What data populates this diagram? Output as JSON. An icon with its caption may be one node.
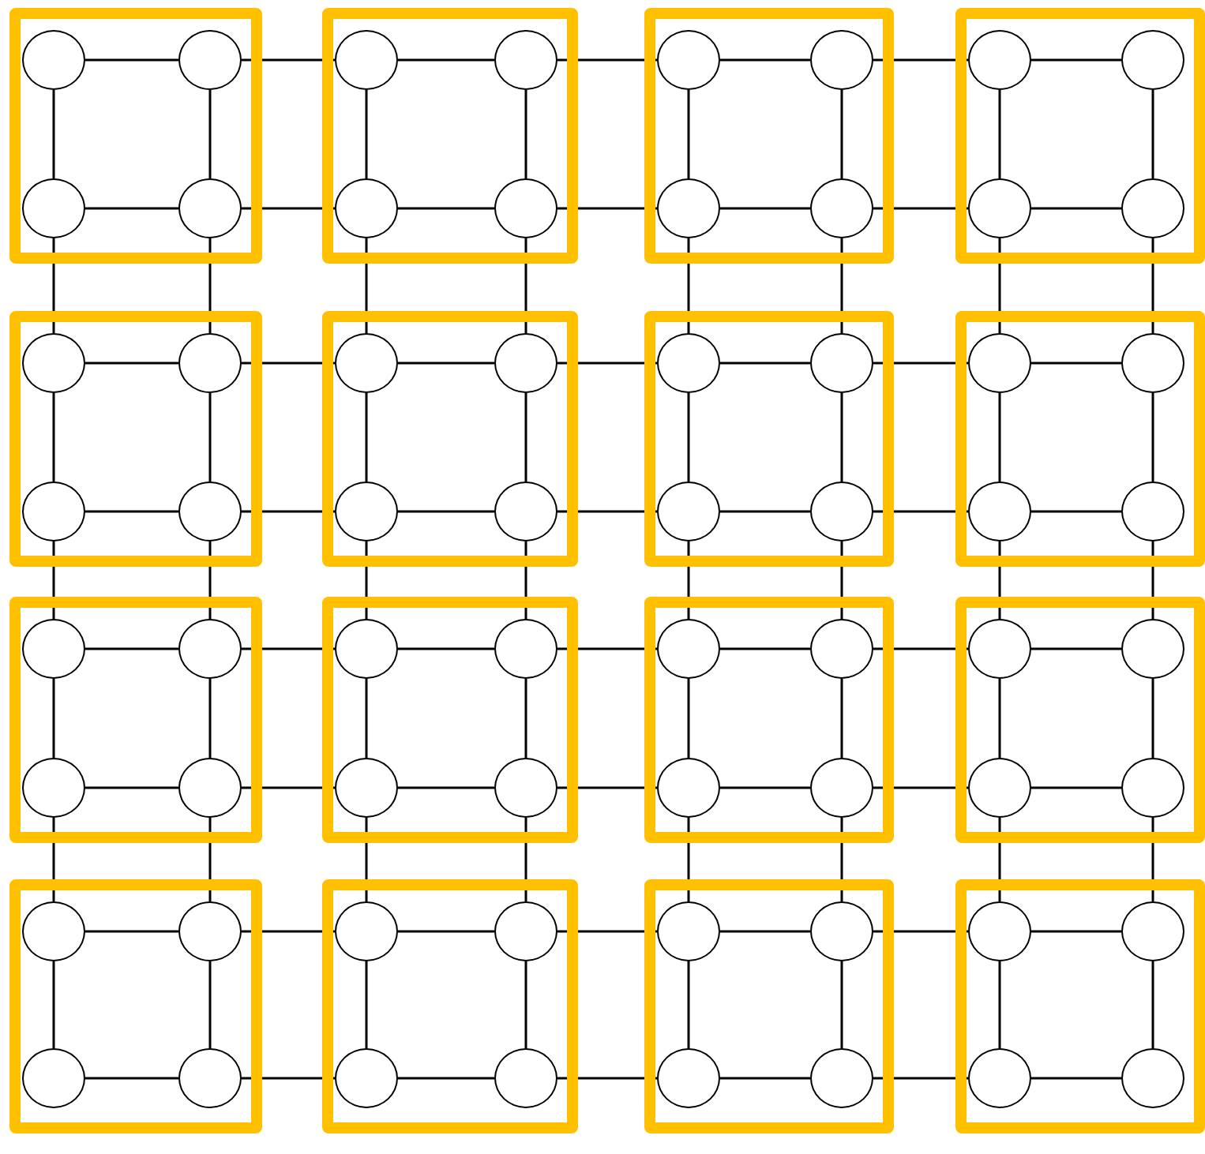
{
  "diagram": {
    "nodes": [
      {
        "text": [],
        "shape": "box"
      },
      {
        "text": [],
        "shape": "circle",
        "in": 0
      },
      {
        "text": [],
        "shape": "circle",
        "in": 0
      },
      {
        "text": [],
        "shape": "circle",
        "in": 0
      },
      {
        "text": [],
        "shape": "circle",
        "in": 0
      },
      {
        "text": [],
        "shape": "box"
      },
      {
        "text": [],
        "shape": "circle",
        "in": 5
      },
      {
        "text": [],
        "shape": "circle",
        "in": 5
      },
      {
        "text": [],
        "shape": "circle",
        "in": 5
      },
      {
        "text": [],
        "shape": "circle",
        "in": 5
      },
      {
        "text": [],
        "shape": "box"
      },
      {
        "text": [],
        "shape": "circle",
        "in": 10
      },
      {
        "text": [],
        "shape": "circle",
        "in": 10
      },
      {
        "text": [],
        "shape": "circle",
        "in": 10
      },
      {
        "text": [],
        "shape": "circle",
        "in": 10
      },
      {
        "text": [],
        "shape": "box"
      },
      {
        "text": [],
        "shape": "circle",
        "in": 15
      },
      {
        "text": [],
        "shape": "circle",
        "in": 15
      },
      {
        "text": [],
        "shape": "circle",
        "in": 15
      },
      {
        "text": [],
        "shape": "circle",
        "in": 15
      },
      {
        "text": [],
        "shape": "box"
      },
      {
        "text": [],
        "shape": "circle",
        "in": 20
      },
      {
        "text": [],
        "shape": "circle",
        "in": 20
      },
      {
        "text": [],
        "shape": "circle",
        "in": 20
      },
      {
        "text": [],
        "shape": "circle",
        "in": 20
      },
      {
        "text": [],
        "shape": "box"
      },
      {
        "text": [],
        "shape": "circle",
        "in": 25
      },
      {
        "text": [],
        "shape": "circle",
        "in": 25
      },
      {
        "text": [],
        "shape": "circle",
        "in": 25
      },
      {
        "text": [],
        "shape": "circle",
        "in": 25
      },
      {
        "text": [],
        "shape": "box"
      },
      {
        "text": [],
        "shape": "circle",
        "in": 30
      },
      {
        "text": [],
        "shape": "circle",
        "in": 30
      },
      {
        "text": [],
        "shape": "circle",
        "in": 30
      },
      {
        "text": [],
        "shape": "circle",
        "in": 30
      },
      {
        "text": [],
        "shape": "box"
      },
      {
        "text": [],
        "shape": "circle",
        "in": 35
      },
      {
        "text": [],
        "shape": "circle",
        "in": 35
      },
      {
        "text": [],
        "shape": "circle",
        "in": 35
      },
      {
        "text": [],
        "shape": "circle",
        "in": 35
      },
      {
        "text": [],
        "shape": "box"
      },
      {
        "text": [],
        "shape": "circle",
        "in": 40
      },
      {
        "text": [],
        "shape": "circle",
        "in": 40
      },
      {
        "text": [],
        "shape": "circle",
        "in": 40
      },
      {
        "text": [],
        "shape": "circle",
        "in": 40
      },
      {
        "text": [],
        "shape": "box"
      },
      {
        "text": [],
        "shape": "circle",
        "in": 45
      },
      {
        "text": [],
        "shape": "circle",
        "in": 45
      },
      {
        "text": [],
        "shape": "circle",
        "in": 45
      },
      {
        "text": [],
        "shape": "circle",
        "in": 45
      },
      {
        "text": [],
        "shape": "box"
      },
      {
        "text": [],
        "shape": "circle",
        "in": 50
      },
      {
        "text": [],
        "shape": "circle",
        "in": 50
      },
      {
        "text": [],
        "shape": "circle",
        "in": 50
      },
      {
        "text": [],
        "shape": "circle",
        "in": 50
      },
      {
        "text": [],
        "shape": "box"
      },
      {
        "text": [],
        "shape": "circle",
        "in": 55
      },
      {
        "text": [],
        "shape": "circle",
        "in": 55
      },
      {
        "text": [],
        "shape": "circle",
        "in": 55
      },
      {
        "text": [],
        "shape": "circle",
        "in": 55
      },
      {
        "text": [],
        "shape": "box"
      },
      {
        "text": [],
        "shape": "circle",
        "in": 60
      },
      {
        "text": [],
        "shape": "circle",
        "in": 60
      },
      {
        "text": [],
        "shape": "circle",
        "in": 60
      },
      {
        "text": [],
        "shape": "circle",
        "in": 60
      },
      {
        "text": [],
        "shape": "box"
      },
      {
        "text": [],
        "shape": "circle",
        "in": 65
      },
      {
        "text": [],
        "shape": "circle",
        "in": 65
      },
      {
        "text": [],
        "shape": "circle",
        "in": 65
      },
      {
        "text": [],
        "shape": "circle",
        "in": 65
      },
      {
        "text": [],
        "shape": "box"
      },
      {
        "text": [],
        "shape": "circle",
        "in": 70
      },
      {
        "text": [],
        "shape": "circle",
        "in": 70
      },
      {
        "text": [],
        "shape": "circle",
        "in": 70
      },
      {
        "text": [],
        "shape": "circle",
        "in": 70
      },
      {
        "text": [],
        "shape": "box"
      },
      {
        "text": [],
        "shape": "circle",
        "in": 75
      },
      {
        "text": [],
        "shape": "circle",
        "in": 75
      },
      {
        "text": [],
        "shape": "circle",
        "in": 75
      },
      {
        "text": [],
        "shape": "circle",
        "in": 75
      }
    ],
    "edges": [
      {
        "from": 1,
        "to": 2,
        "arrow": "none"
      },
      {
        "from": 2,
        "to": 6,
        "arrow": "none"
      },
      {
        "from": 6,
        "to": 7,
        "arrow": "none"
      },
      {
        "from": 7,
        "to": 11,
        "arrow": "none"
      },
      {
        "from": 11,
        "to": 12,
        "arrow": "none"
      },
      {
        "from": 12,
        "to": 16,
        "arrow": "none"
      },
      {
        "from": 16,
        "to": 17,
        "arrow": "none"
      },
      {
        "from": 3,
        "to": 4,
        "arrow": "none"
      },
      {
        "from": 4,
        "to": 8,
        "arrow": "none"
      },
      {
        "from": 8,
        "to": 9,
        "arrow": "none"
      },
      {
        "from": 9,
        "to": 13,
        "arrow": "none"
      },
      {
        "from": 13,
        "to": 14,
        "arrow": "none"
      },
      {
        "from": 14,
        "to": 18,
        "arrow": "none"
      },
      {
        "from": 18,
        "to": 19,
        "arrow": "none"
      },
      {
        "from": 21,
        "to": 22,
        "arrow": "none"
      },
      {
        "from": 22,
        "to": 26,
        "arrow": "none"
      },
      {
        "from": 26,
        "to": 27,
        "arrow": "none"
      },
      {
        "from": 27,
        "to": 31,
        "arrow": "none"
      },
      {
        "from": 31,
        "to": 32,
        "arrow": "none"
      },
      {
        "from": 32,
        "to": 36,
        "arrow": "none"
      },
      {
        "from": 36,
        "to": 37,
        "arrow": "none"
      },
      {
        "from": 23,
        "to": 24,
        "arrow": "none"
      },
      {
        "from": 24,
        "to": 28,
        "arrow": "none"
      },
      {
        "from": 28,
        "to": 29,
        "arrow": "none"
      },
      {
        "from": 29,
        "to": 33,
        "arrow": "none"
      },
      {
        "from": 33,
        "to": 34,
        "arrow": "none"
      },
      {
        "from": 34,
        "to": 38,
        "arrow": "none"
      },
      {
        "from": 38,
        "to": 39,
        "arrow": "none"
      },
      {
        "from": 41,
        "to": 42,
        "arrow": "none"
      },
      {
        "from": 42,
        "to": 46,
        "arrow": "none"
      },
      {
        "from": 46,
        "to": 47,
        "arrow": "none"
      },
      {
        "from": 47,
        "to": 51,
        "arrow": "none"
      },
      {
        "from": 51,
        "to": 52,
        "arrow": "none"
      },
      {
        "from": 52,
        "to": 56,
        "arrow": "none"
      },
      {
        "from": 56,
        "to": 57,
        "arrow": "none"
      },
      {
        "from": 43,
        "to": 44,
        "arrow": "none"
      },
      {
        "from": 44,
        "to": 48,
        "arrow": "none"
      },
      {
        "from": 48,
        "to": 49,
        "arrow": "none"
      },
      {
        "from": 49,
        "to": 53,
        "arrow": "none"
      },
      {
        "from": 53,
        "to": 54,
        "arrow": "none"
      },
      {
        "from": 54,
        "to": 58,
        "arrow": "none"
      },
      {
        "from": 58,
        "to": 59,
        "arrow": "none"
      },
      {
        "from": 61,
        "to": 62,
        "arrow": "none"
      },
      {
        "from": 62,
        "to": 66,
        "arrow": "none"
      },
      {
        "from": 66,
        "to": 67,
        "arrow": "none"
      },
      {
        "from": 67,
        "to": 71,
        "arrow": "none"
      },
      {
        "from": 71,
        "to": 72,
        "arrow": "none"
      },
      {
        "from": 72,
        "to": 76,
        "arrow": "none"
      },
      {
        "from": 76,
        "to": 77,
        "arrow": "none"
      },
      {
        "from": 63,
        "to": 64,
        "arrow": "none"
      },
      {
        "from": 64,
        "to": 68,
        "arrow": "none"
      },
      {
        "from": 68,
        "to": 69,
        "arrow": "none"
      },
      {
        "from": 69,
        "to": 73,
        "arrow": "none"
      },
      {
        "from": 73,
        "to": 74,
        "arrow": "none"
      },
      {
        "from": 74,
        "to": 78,
        "arrow": "none"
      },
      {
        "from": 78,
        "to": 79,
        "arrow": "none"
      },
      {
        "from": 1,
        "to": 3,
        "arrow": "none"
      },
      {
        "from": 3,
        "to": 21,
        "arrow": "none"
      },
      {
        "from": 21,
        "to": 23,
        "arrow": "none"
      },
      {
        "from": 23,
        "to": 41,
        "arrow": "none"
      },
      {
        "from": 41,
        "to": 43,
        "arrow": "none"
      },
      {
        "from": 43,
        "to": 61,
        "arrow": "none"
      },
      {
        "from": 61,
        "to": 63,
        "arrow": "none"
      },
      {
        "from": 2,
        "to": 4,
        "arrow": "none"
      },
      {
        "from": 4,
        "to": 22,
        "arrow": "none"
      },
      {
        "from": 22,
        "to": 24,
        "arrow": "none"
      },
      {
        "from": 24,
        "to": 42,
        "arrow": "none"
      },
      {
        "from": 42,
        "to": 44,
        "arrow": "none"
      },
      {
        "from": 44,
        "to": 62,
        "arrow": "none"
      },
      {
        "from": 62,
        "to": 64,
        "arrow": "none"
      },
      {
        "from": 6,
        "to": 8,
        "arrow": "none"
      },
      {
        "from": 8,
        "to": 26,
        "arrow": "none"
      },
      {
        "from": 26,
        "to": 28,
        "arrow": "none"
      },
      {
        "from": 28,
        "to": 46,
        "arrow": "none"
      },
      {
        "from": 46,
        "to": 48,
        "arrow": "none"
      },
      {
        "from": 48,
        "to": 66,
        "arrow": "none"
      },
      {
        "from": 66,
        "to": 68,
        "arrow": "none"
      },
      {
        "from": 7,
        "to": 9,
        "arrow": "none"
      },
      {
        "from": 9,
        "to": 27,
        "arrow": "none"
      },
      {
        "from": 27,
        "to": 29,
        "arrow": "none"
      },
      {
        "from": 29,
        "to": 47,
        "arrow": "none"
      },
      {
        "from": 47,
        "to": 49,
        "arrow": "none"
      },
      {
        "from": 49,
        "to": 67,
        "arrow": "none"
      },
      {
        "from": 67,
        "to": 69,
        "arrow": "none"
      },
      {
        "from": 11,
        "to": 13,
        "arrow": "none"
      },
      {
        "from": 13,
        "to": 31,
        "arrow": "none"
      },
      {
        "from": 31,
        "to": 33,
        "arrow": "none"
      },
      {
        "from": 33,
        "to": 51,
        "arrow": "none"
      },
      {
        "from": 51,
        "to": 53,
        "arrow": "none"
      },
      {
        "from": 53,
        "to": 71,
        "arrow": "none"
      },
      {
        "from": 71,
        "to": 73,
        "arrow": "none"
      },
      {
        "from": 12,
        "to": 14,
        "arrow": "none"
      },
      {
        "from": 14,
        "to": 32,
        "arrow": "none"
      },
      {
        "from": 32,
        "to": 34,
        "arrow": "none"
      },
      {
        "from": 34,
        "to": 52,
        "arrow": "none"
      },
      {
        "from": 52,
        "to": 54,
        "arrow": "none"
      },
      {
        "from": 54,
        "to": 72,
        "arrow": "none"
      },
      {
        "from": 72,
        "to": 74,
        "arrow": "none"
      },
      {
        "from": 16,
        "to": 18,
        "arrow": "none"
      },
      {
        "from": 18,
        "to": 36,
        "arrow": "none"
      },
      {
        "from": 36,
        "to": 38,
        "arrow": "none"
      },
      {
        "from": 38,
        "to": 56,
        "arrow": "none"
      },
      {
        "from": 56,
        "to": 58,
        "arrow": "none"
      },
      {
        "from": 58,
        "to": 76,
        "arrow": "none"
      },
      {
        "from": 76,
        "to": 78,
        "arrow": "none"
      },
      {
        "from": 17,
        "to": 19,
        "arrow": "none"
      },
      {
        "from": 19,
        "to": 37,
        "arrow": "none"
      },
      {
        "from": 37,
        "to": 39,
        "arrow": "none"
      },
      {
        "from": 39,
        "to": 57,
        "arrow": "none"
      },
      {
        "from": 57,
        "to": 59,
        "arrow": "none"
      },
      {
        "from": 59,
        "to": 77,
        "arrow": "none"
      },
      {
        "from": 77,
        "to": 79,
        "arrow": "none"
      }
    ]
  }
}
